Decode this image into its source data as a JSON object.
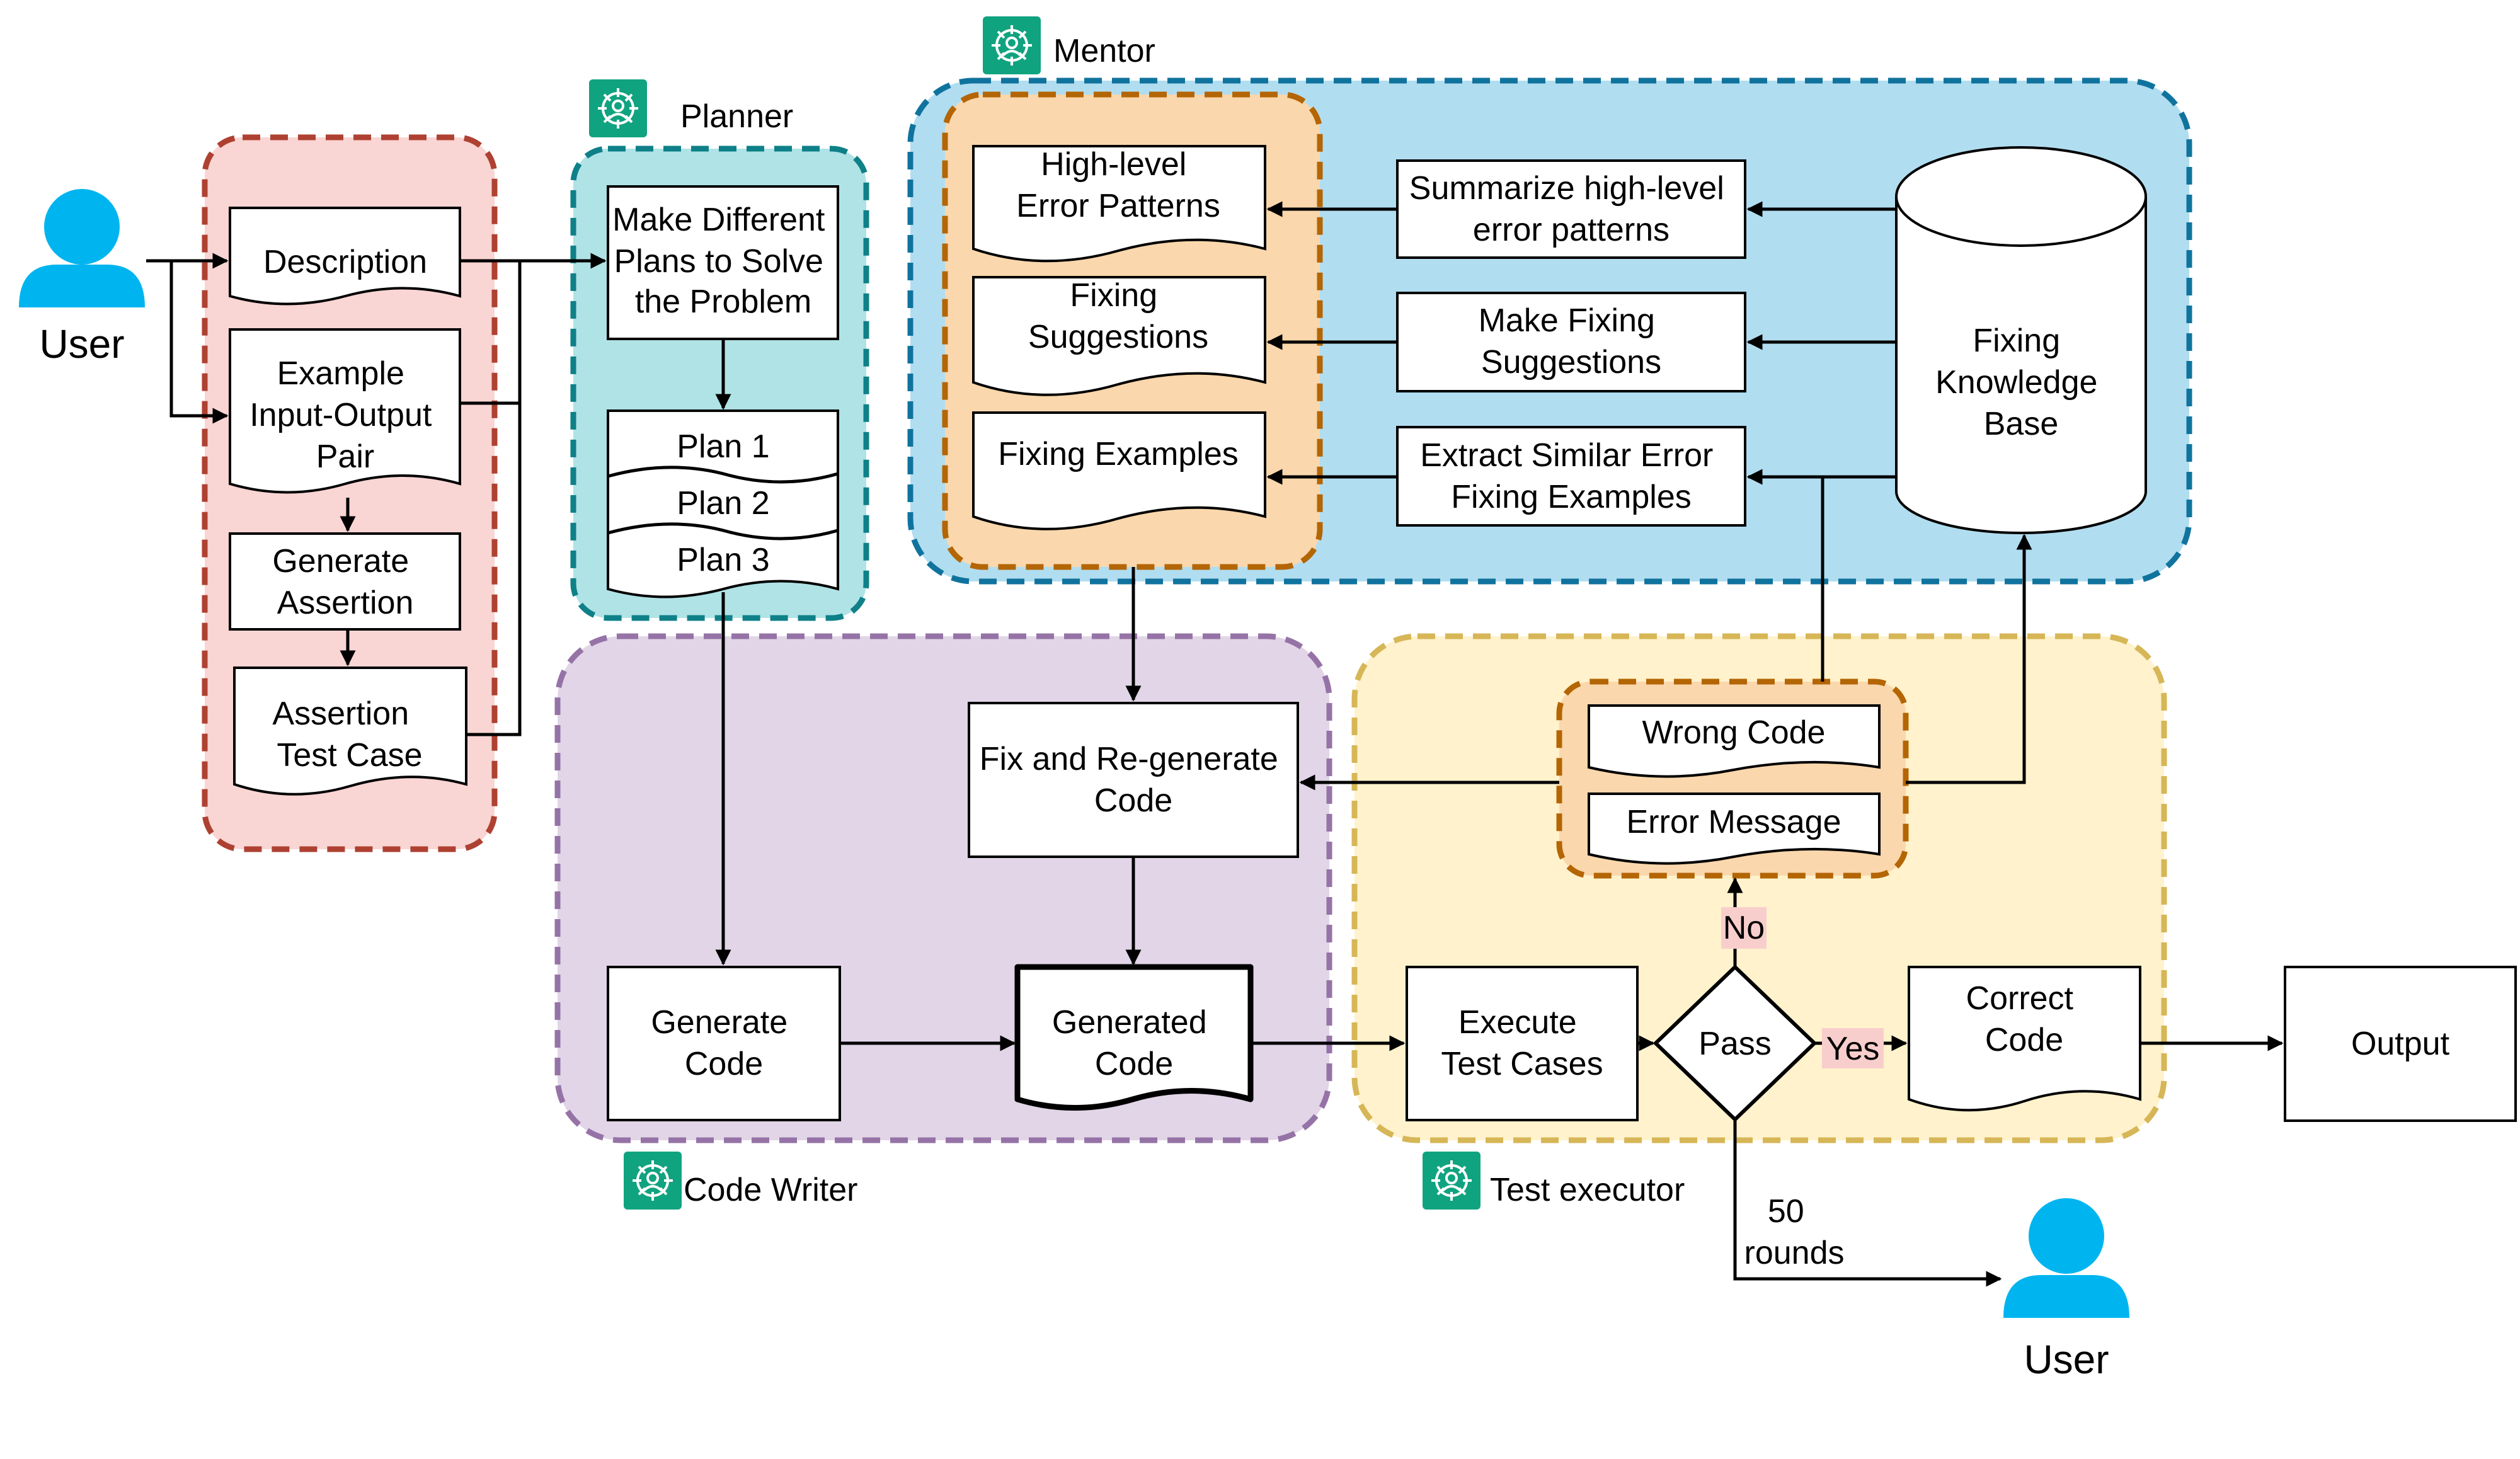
{
  "agents": {
    "planner": "Planner",
    "mentor": "Mentor",
    "code_writer": "Code Writer",
    "test_executor": "Test executor"
  },
  "user_input": {
    "actor": "User",
    "description": "Description",
    "example_io": [
      "Example",
      "Input-Output",
      "Pair"
    ],
    "generate_assertion": [
      "Generate",
      "Assertion"
    ],
    "assertion_test_case": [
      "Assertion",
      "Test Case"
    ]
  },
  "planner": {
    "make_plans": [
      "Make Different",
      "Plans to Solve",
      "the Problem"
    ],
    "plans": [
      "Plan 1",
      "Plan 2",
      "Plan 3"
    ]
  },
  "mentor": {
    "outputs": {
      "error_patterns": [
        "High-level",
        "Error Patterns"
      ],
      "fixing_suggestions": [
        "Fixing",
        "Suggestions"
      ],
      "fixing_examples": [
        "Fixing Examples"
      ]
    },
    "actions": {
      "summarize": [
        "Summarize high-level",
        "error patterns"
      ],
      "suggest": [
        "Make Fixing",
        "Suggestions"
      ],
      "extract": [
        "Extract Similar Error",
        "Fixing Examples"
      ]
    },
    "knowledge_base": [
      "Fixing",
      "Knowledge",
      "Base"
    ]
  },
  "code_writer": {
    "fix_regen": [
      "Fix and Re-generate",
      "Code"
    ],
    "generate_code": [
      "Generate",
      "Code"
    ],
    "generated_code": [
      "Generated",
      "Code"
    ]
  },
  "test_executor": {
    "wrong_code": "Wrong Code",
    "error_message": "Error Message",
    "execute": [
      "Execute",
      "Test Cases"
    ],
    "decision": "Pass",
    "no_label": "No",
    "yes_label": "Yes",
    "correct_code": [
      "Correct",
      "Code"
    ],
    "rounds_label": [
      "50",
      "rounds"
    ],
    "final_user": "User"
  },
  "output": "Output",
  "colors": {
    "input_fill": "#f9d5d3",
    "input_border": "#ae4132",
    "planner_fill": "#b0e3e6",
    "planner_border": "#0e8088",
    "mentor_fill": "#b1ddf0",
    "mentor_border": "#10739e",
    "mentor_inner_fill": "#fad7ac",
    "mentor_inner_border": "#b46504",
    "writer_fill": "#e1d5e7",
    "writer_border": "#9673a6",
    "tester_fill": "#fff2cc",
    "tester_border": "#d6b656",
    "user_icon": "#00b5ef",
    "agent_icon": "#10a37f",
    "yes_highlight": "#f8cecc"
  }
}
